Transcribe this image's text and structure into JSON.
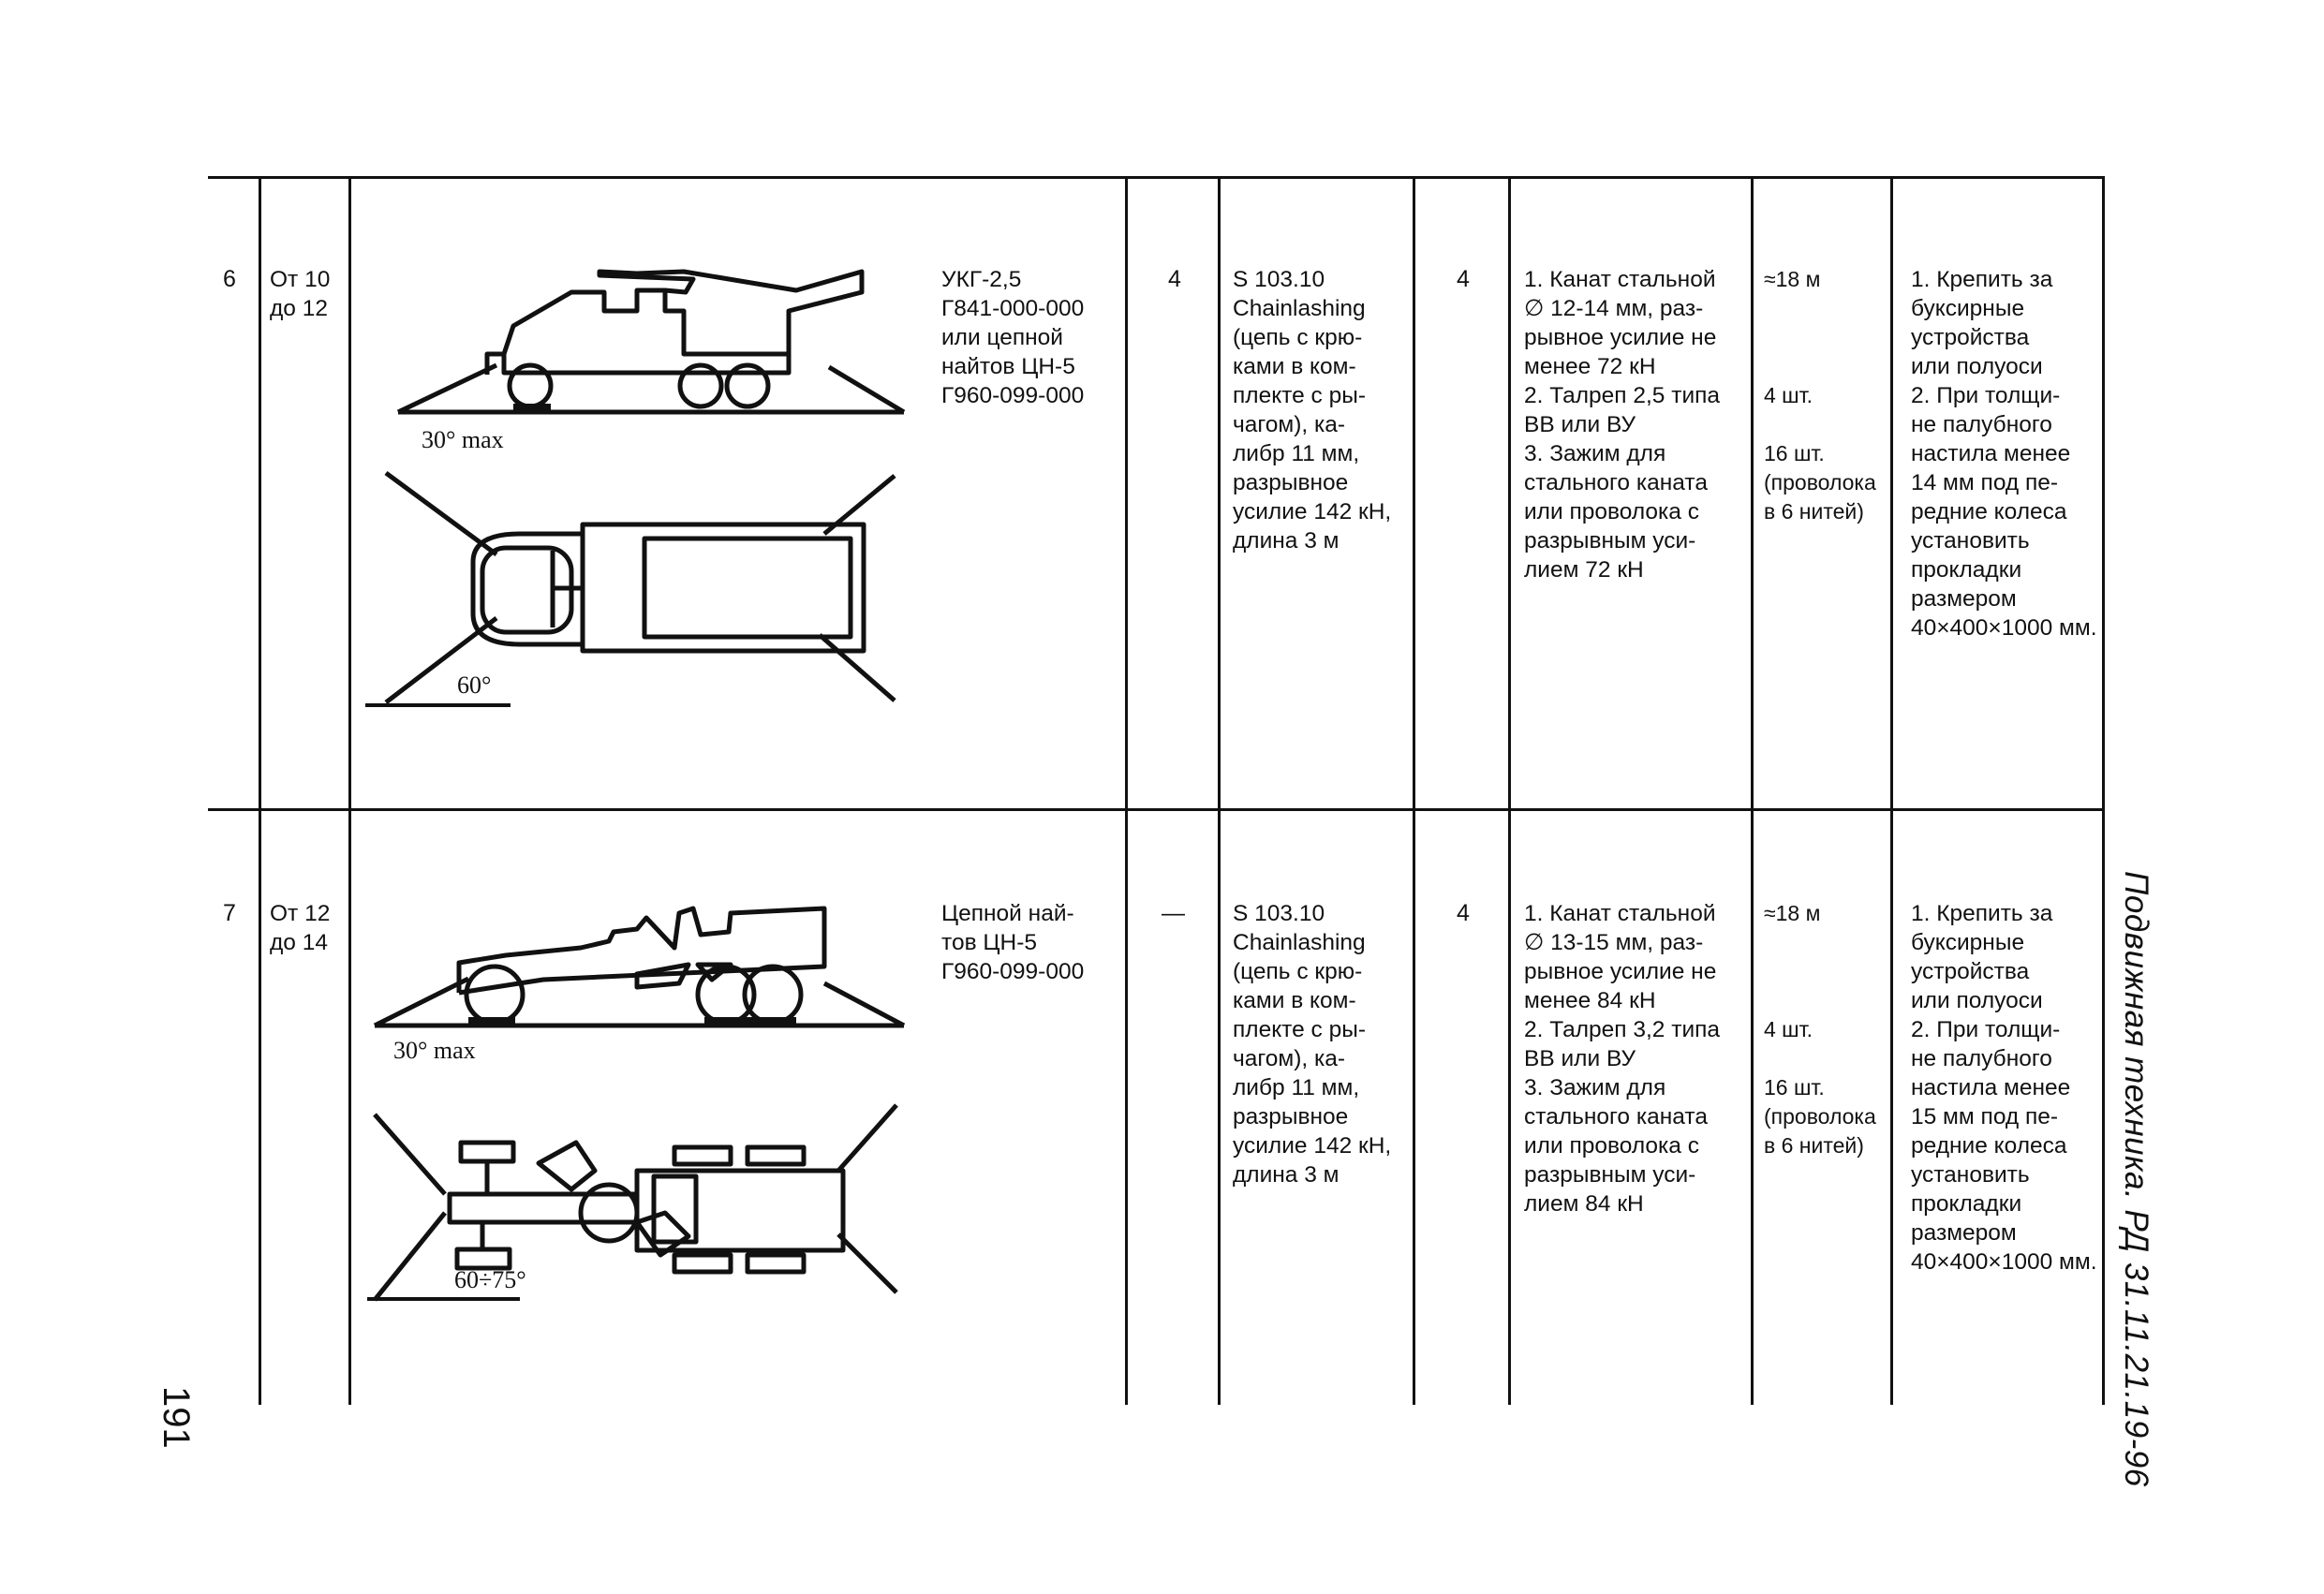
{
  "side_title": "Подвижная техника. РД 31.11.21.19-96",
  "page_number": "191",
  "rows": [
    {
      "no": "6",
      "weight": "От 10\nдо 12",
      "figure": {
        "side_angle": "30° max",
        "top_angle": "60°"
      },
      "device": "УКГ-2,5\nГ841-000-000\nили цепной\nнайтов ЦН-5\nГ960-099-000",
      "device_count": "4",
      "chain": "S 103.10\nChainlashing\n(цепь с крю-\nками в ком-\nплекте с ры-\nчагом), ка-\nлибр 11 мм,\nразрывное\nусилие 142 кН,\nдлина 3 м",
      "chain_count": "4",
      "materials": "1. Канат стальной\n∅ 12-14 мм, раз-\nрывное усилие не\nменее 72 кН\n2. Талреп 2,5 типа\nВВ или ВУ\n3. Зажим для\nстального каната\nили проволока с\nразрывным уси-\nлием 72 кН",
      "amounts": "≈18 м\n\n\n\n4 шт.\n\n16 шт.\n(проволока\nв 6 нитей)",
      "notes": "1. Крепить за\nбуксирные\nустройства\nили полуоси\n2. При толщи-\nне палубного\nнастила менее\n14 мм под пе-\nредние колеса\nустановить\nпрокладки\nразмером\n40×400×1000 мм."
    },
    {
      "no": "7",
      "weight": "От 12\nдо 14",
      "figure": {
        "side_angle": "30° max",
        "top_angle": "60÷75°"
      },
      "device": "Цепной най-\nтов ЦН-5\nГ960-099-000",
      "device_count": "—",
      "chain": "S 103.10\nChainlashing\n(цепь с крю-\nками в ком-\nплекте с ры-\nчагом), ка-\nлибр 11 мм,\nразрывное\nусилие 142 кН,\nдлина 3 м",
      "chain_count": "4",
      "materials": "1. Канат стальной\n∅ 13-15 мм, раз-\nрывное усилие не\nменее 84 кН\n2. Талреп 3,2 типа\nВВ или ВУ\n3. Зажим для\nстального каната\nили проволока с\nразрывным уси-\nлием 84 кН",
      "amounts": "≈18 м\n\n\n\n4 шт.\n\n16 шт.\n(проволока\nв 6 нитей)",
      "notes": "1. Крепить за\nбуксирные\nустройства\nили полуоси\n2. При толщи-\nне палубного\nнастила менее\n15 мм под пе-\nредние колеса\nустановить\nпрокладки\nразмером\n40×400×1000 мм."
    }
  ]
}
